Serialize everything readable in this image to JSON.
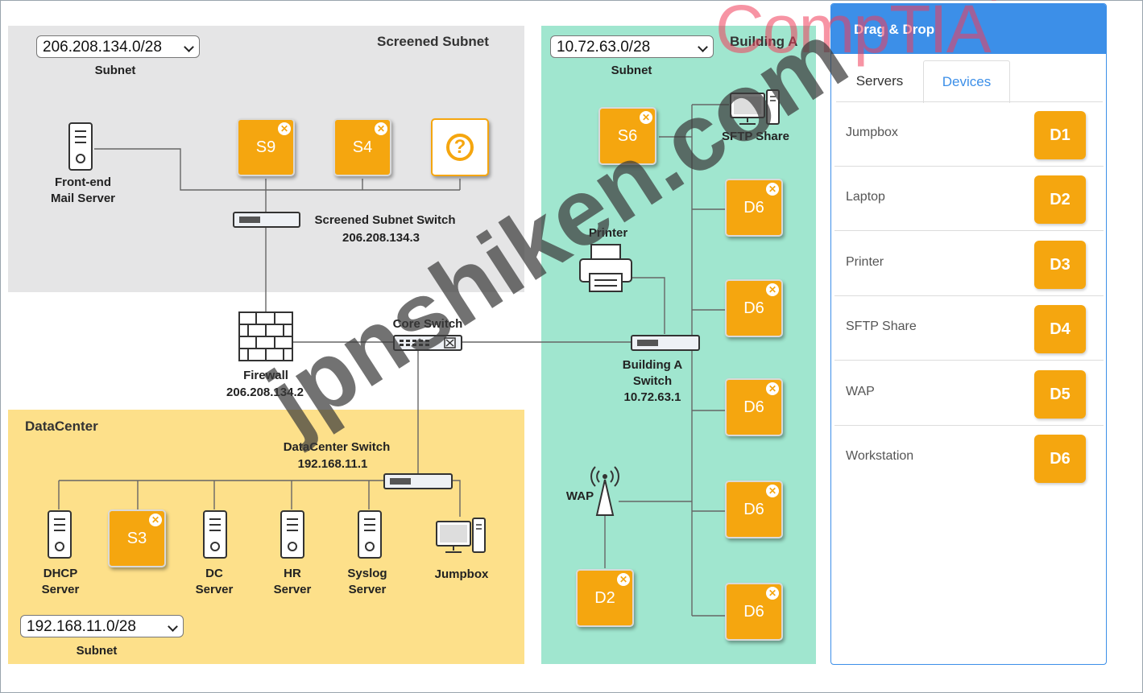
{
  "screened_subnet": {
    "title": "Screened Subnet",
    "subnet_value": "206.208.134.0/28",
    "subnet_label": "Subnet",
    "mail_server_line1": "Front-end",
    "mail_server_line2": "Mail Server",
    "switch_name": "Screened Subnet Switch",
    "switch_ip": "206.208.134.3",
    "slots": [
      "S9",
      "S4"
    ],
    "empty_slot_glyph": "?"
  },
  "core": {
    "firewall_name": "Firewall",
    "firewall_ip": "206.208.134.2",
    "core_switch_name": "Core Switch"
  },
  "datacenter": {
    "title": "DataCenter",
    "switch_name": "DataCenter Switch",
    "switch_ip": "192.168.11.1",
    "subnet_value": "192.168.11.0/28",
    "subnet_label": "Subnet",
    "dhcp_line1": "DHCP",
    "dhcp_line2": "Server",
    "slot": "S3",
    "dc_line1": "DC",
    "dc_line2": "Server",
    "hr_line1": "HR",
    "hr_line2": "Server",
    "syslog_line1": "Syslog",
    "syslog_line2": "Server",
    "jumpbox": "Jumpbox"
  },
  "building_a": {
    "title": "Building A",
    "subnet_value": "10.72.63.0/28",
    "subnet_label": "Subnet",
    "slot_top": "S6",
    "sftp_share": "SFTP Share",
    "printer": "Printer",
    "switch_line1": "Building A",
    "switch_line2": "Switch",
    "switch_ip": "10.72.63.1",
    "wap": "WAP",
    "wap_slot": "D2",
    "right_slots": [
      "D6",
      "D6",
      "D6",
      "D6",
      "D6"
    ]
  },
  "panel": {
    "title": "Drag & Drop",
    "tabs": {
      "servers": "Servers",
      "devices": "Devices"
    },
    "items": [
      {
        "name": "Jumpbox",
        "chip": "D1"
      },
      {
        "name": "Laptop",
        "chip": "D2"
      },
      {
        "name": "Printer",
        "chip": "D3"
      },
      {
        "name": "SFTP Share",
        "chip": "D4"
      },
      {
        "name": "WAP",
        "chip": "D5"
      },
      {
        "name": "Workstation",
        "chip": "D6"
      }
    ]
  },
  "watermarks": {
    "brand": "CompTIA",
    "brand_mark": "®",
    "site": "jpnshiken.com"
  },
  "colors": {
    "accent_blue": "#3c8fe8",
    "tile_orange": "#f5a60f",
    "screened_bg": "#e5e5e6",
    "datacenter_bg": "#fde08a",
    "building_bg": "#a0e6cf"
  }
}
